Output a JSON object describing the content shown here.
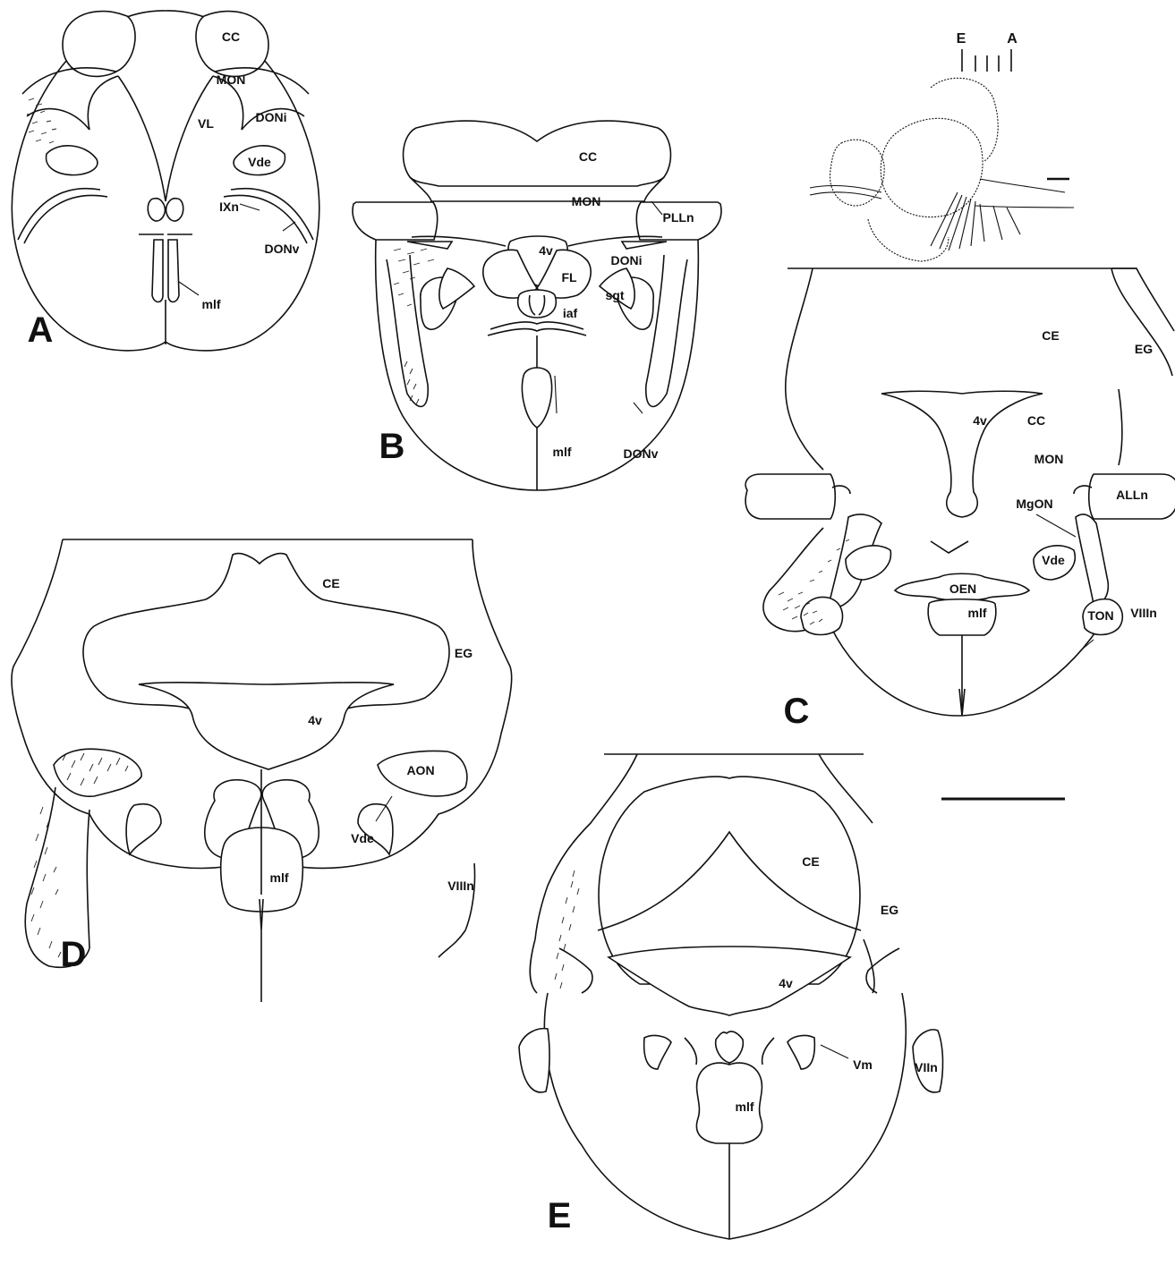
{
  "figure": {
    "panels": {
      "A": {
        "letter": "A",
        "labels": {
          "cc": "CC",
          "mon": "MON",
          "vl": "VL",
          "doni": "DONi",
          "vde": "Vde",
          "ixn": "IXn",
          "donv": "DONv",
          "mlf": "mlf"
        }
      },
      "B": {
        "letter": "B",
        "labels": {
          "cc": "CC",
          "mon": "MON",
          "plln": "PLLn",
          "v4": "4v",
          "fl": "FL",
          "doni": "DONi",
          "sgt": "sgt",
          "iaf": "iaf",
          "mlf": "mlf",
          "donv": "DONv"
        }
      },
      "C": {
        "letter": "C",
        "labels": {
          "ce": "CE",
          "eg": "EG",
          "v4": "4v",
          "cc": "CC",
          "mon": "MON",
          "alln": "ALLn",
          "mgon": "MgON",
          "vde": "Vde",
          "oen": "OEN",
          "viiin": "VIIIn",
          "ton": "TON",
          "mlf": "mlf"
        }
      },
      "D": {
        "letter": "D",
        "labels": {
          "ce": "CE",
          "eg": "EG",
          "v4": "4v",
          "aon": "AON",
          "vde": "Vde",
          "viiin": "VIIIn",
          "mlf": "mlf"
        }
      },
      "E": {
        "letter": "E",
        "labels": {
          "ce": "CE",
          "eg": "EG",
          "v4": "4v",
          "vm": "Vm",
          "viin": "VIIn",
          "mlf": "mlf"
        }
      }
    },
    "inset": {
      "left_marker": "E",
      "right_marker": "A"
    }
  }
}
